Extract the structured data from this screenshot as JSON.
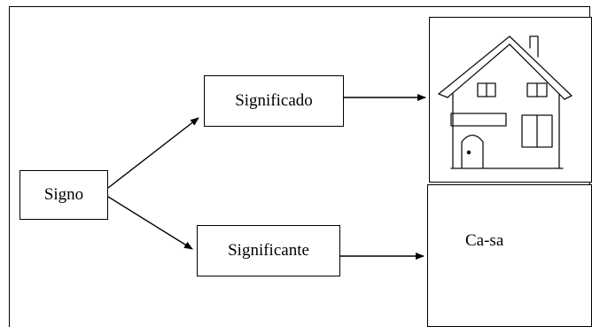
{
  "diagram": {
    "nodes": {
      "signo": "Signo",
      "significado": "Significado",
      "significante": "Significante"
    },
    "word_panel": {
      "text": "Ca-sa"
    },
    "image_panel": {
      "icon": "house-icon"
    },
    "edges": [
      {
        "from": "Signo",
        "to": "Significado"
      },
      {
        "from": "Signo",
        "to": "Significante"
      },
      {
        "from": "Significado",
        "to": "house-icon"
      },
      {
        "from": "Significante",
        "to": "Ca-sa"
      }
    ]
  }
}
